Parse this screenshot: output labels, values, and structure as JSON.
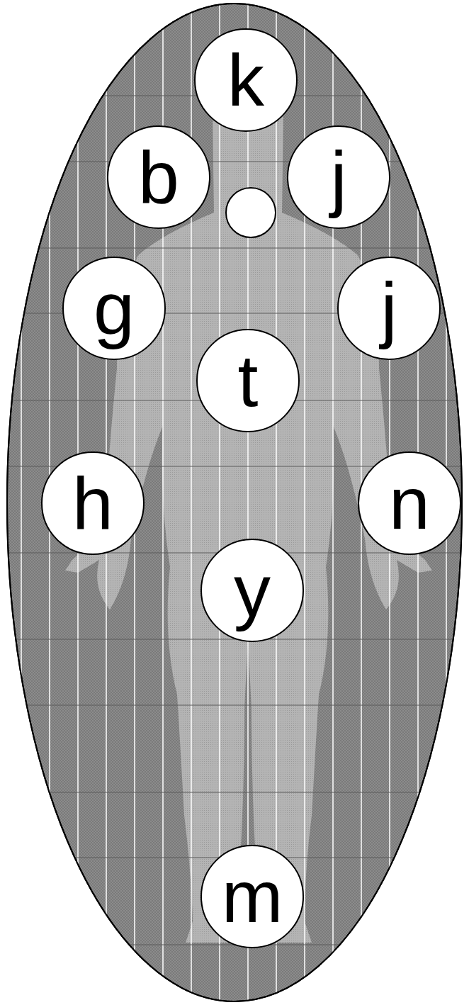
{
  "diagram": {
    "nodes": [
      {
        "text": [
          "k"
        ]
      },
      {
        "text": [
          "b"
        ]
      },
      {
        "text": [
          "j"
        ]
      },
      {
        "text": [
          "g"
        ]
      },
      {
        "text": [
          "j"
        ]
      },
      {
        "text": [
          "t"
        ]
      },
      {
        "text": [
          "h"
        ]
      },
      {
        "text": [
          "n"
        ]
      },
      {
        "text": [
          "y"
        ]
      },
      {
        "text": [
          "m"
        ]
      }
    ]
  }
}
